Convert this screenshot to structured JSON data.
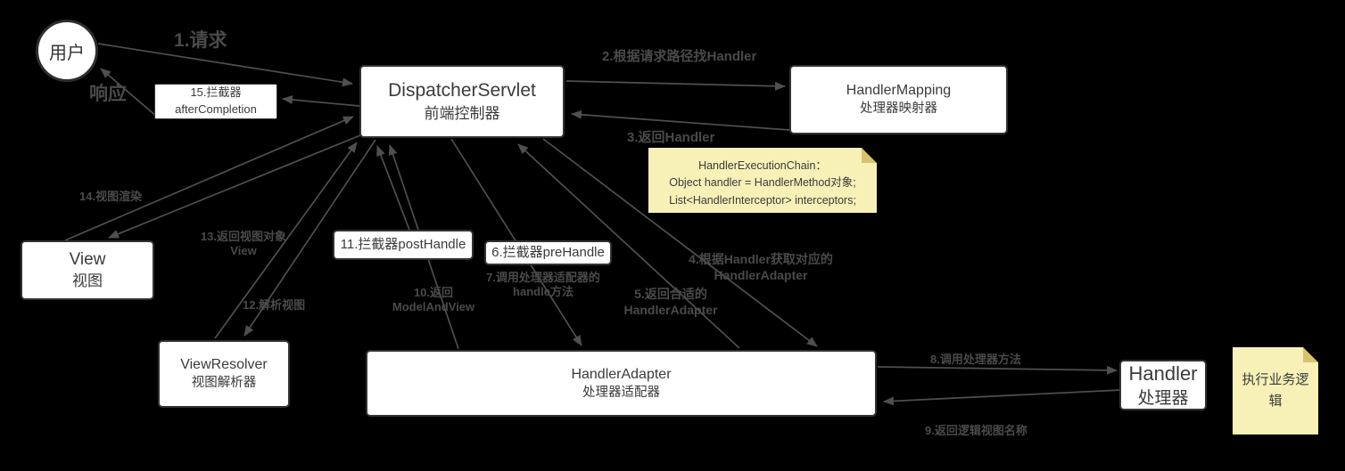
{
  "colors": {
    "background": "#000000",
    "line": "#4f4f4f",
    "label_text": "#4a4a4a",
    "node_fill": "#ffffff",
    "node_border": "#333333",
    "node_text": "#3b3b3b",
    "note_fill": "#f7f1b8",
    "note_fold": "#d9c36e"
  },
  "nodes": {
    "user": {
      "label": "用户"
    },
    "dispatcher": {
      "title": "DispatcherServlet",
      "subtitle": "前端控制器"
    },
    "handler_mapping": {
      "title": "HandlerMapping",
      "subtitle": "处理器映射器"
    },
    "interceptor_after": {
      "line1": "15.拦截器",
      "line2": "afterCompletion"
    },
    "view": {
      "title": "View",
      "subtitle": "视图"
    },
    "view_resolver": {
      "title": "ViewResolver",
      "subtitle": "视图解析器"
    },
    "handler_adapter": {
      "title": "HandlerAdapter",
      "subtitle": "处理器适配器"
    },
    "handler": {
      "title": "Handler",
      "subtitle": "处理器"
    },
    "interceptor_post": {
      "label": "11.拦截器postHandle"
    },
    "interceptor_pre": {
      "label": "6.拦截器preHandle"
    }
  },
  "notes": {
    "execution_chain": {
      "line1": "HandlerExecutionChain：",
      "line2": "Object handler = HandlerMethod对象;",
      "line3": "List<HandlerInterceptor> interceptors;"
    },
    "business_logic": {
      "text": "执行业务逻辑"
    }
  },
  "edges": {
    "e1": "1.请求",
    "response": "响应",
    "e2": "2.根据请求路径找Handler",
    "e3": "3.返回Handler",
    "e4_line1": "4.根据Handler获取对应的",
    "e4_line2": "HandlerAdapter",
    "e5_line1": "5.返回合适的",
    "e5_line2": "HandlerAdapter",
    "e7_line1": "7.调用处理器适配器的",
    "e7_line2": "handle方法",
    "e8": "8.调用处理器方法",
    "e9": "9.返回逻辑视图名称",
    "e10_line1": "10.返回",
    "e10_line2": "ModelAndView",
    "e12": "12.解析视图",
    "e13_line1": "13.返回视图对象",
    "e13_line2": "View",
    "e14": "14.视图渲染"
  }
}
